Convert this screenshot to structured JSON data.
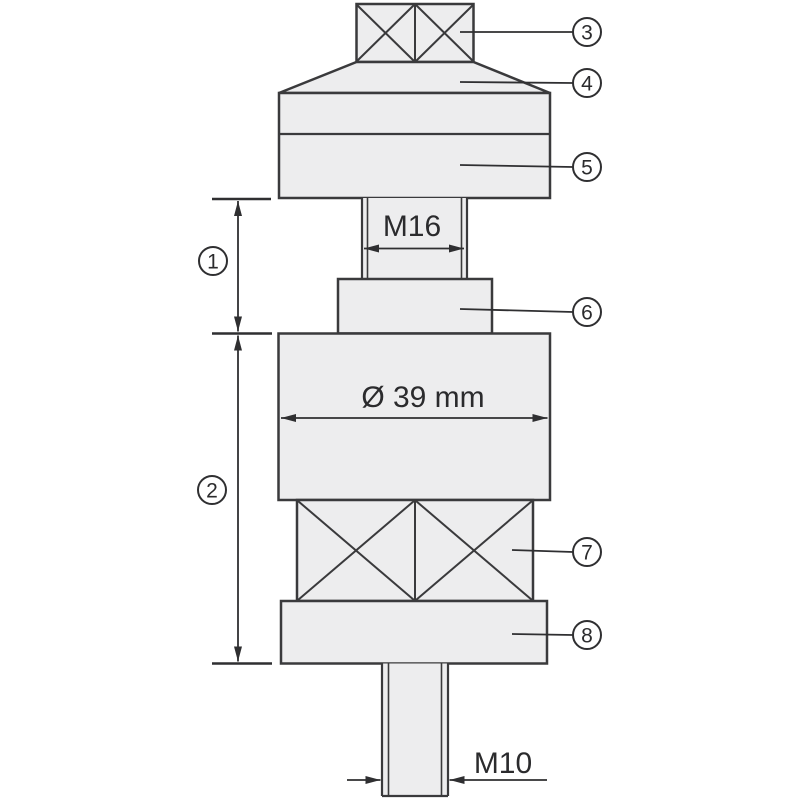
{
  "diagram": {
    "kind": "technical-part-drawing",
    "colors": {
      "background": "#ffffff",
      "part_fill": "#ededee",
      "outline": "#3a3a3c",
      "annotation": "#2f2f31"
    },
    "dimension_labels": {
      "top_thread": "M16",
      "body_diameter": "Ø 39 mm",
      "bottom_thread": "M10"
    },
    "callouts": {
      "left": [
        {
          "number": "1"
        },
        {
          "number": "2"
        }
      ],
      "right": [
        {
          "number": "3"
        },
        {
          "number": "4"
        },
        {
          "number": "5"
        },
        {
          "number": "6"
        },
        {
          "number": "7"
        },
        {
          "number": "8"
        }
      ]
    }
  }
}
